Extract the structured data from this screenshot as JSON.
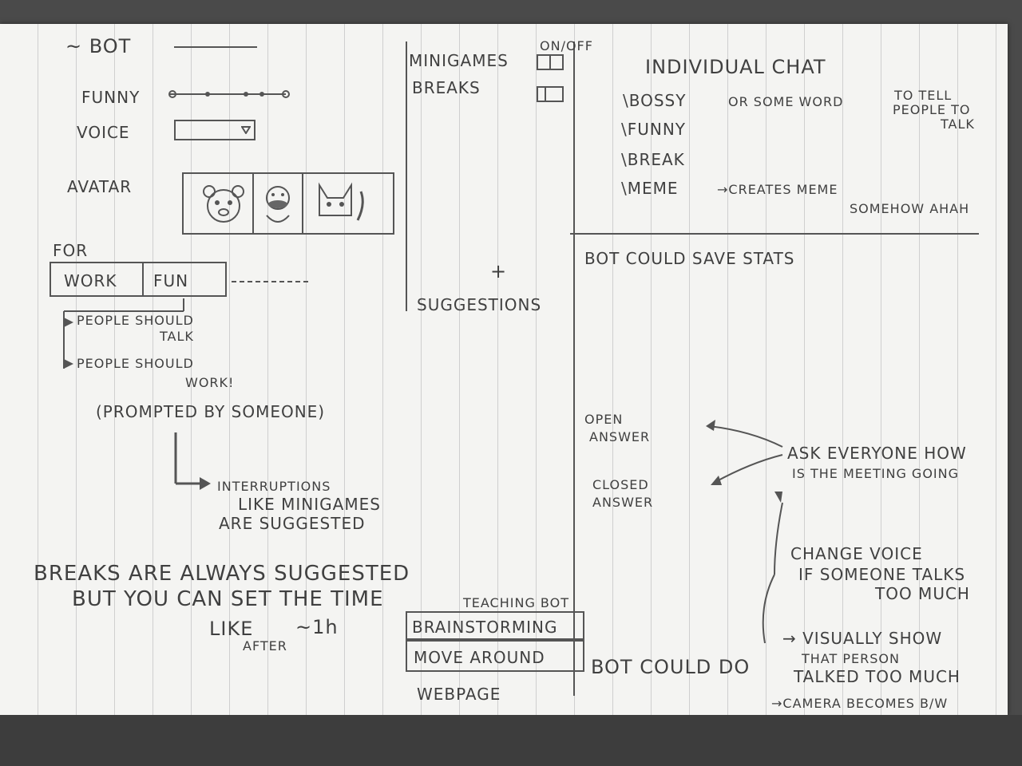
{
  "left": {
    "bot_title": "~ BOT",
    "funny_label": "FUNNY",
    "voice_label": "VOICE",
    "avatar_label": "AVATAR",
    "for_label": "FOR",
    "work_tab": "WORK",
    "fun_tab": "FUN",
    "people_should_talk": "PEOPLE SHOULD",
    "people_should_talk_2": "TALK",
    "people_should_work": "PEOPLE SHOULD",
    "people_should_work_2": "WORK!",
    "prompted": "(PROMPTED BY SOMEONE)",
    "interruptions_1": "INTERRUPTIONS",
    "interruptions_2": "LIKE MINIGAMES",
    "interruptions_3": "ARE SUGGESTED",
    "breaks_line1": "BREAKS ARE ALWAYS SUGGESTED",
    "breaks_line2": "BUT YOU CAN SET THE TIME",
    "like_label": "LIKE",
    "time_value": "~1h",
    "after_label": "AFTER"
  },
  "middle": {
    "onoff_label": "ON/OFF",
    "minigames_label": "MINIGAMES",
    "breaks_label": "BREAKS",
    "plus": "+",
    "suggestions_label": "SUGGESTIONS",
    "teaching_bot": "TEACHING BOT",
    "brainstorming": "BRAINSTORMING",
    "move_around": "MOVE AROUND",
    "webpage": "WEBPAGE"
  },
  "right": {
    "individual_chat": "INDIVIDUAL CHAT",
    "cmd_bossy": "\\BOSSY",
    "or_some_word": "OR SOME WORD",
    "to_tell_1": "TO TELL",
    "to_tell_2": "PEOPLE TO",
    "to_tell_3": "TALK",
    "cmd_funny": "\\FUNNY",
    "cmd_break": "\\BREAK",
    "cmd_meme": "\\MEME",
    "creates_meme": "→CREATES MEME",
    "somehow": "SOMEHOW AHAH",
    "save_stats": "BOT COULD SAVE STATS",
    "open_answer_1": "OPEN",
    "open_answer_2": "ANSWER",
    "closed_answer_1": "CLOSED",
    "closed_answer_2": "ANSWER",
    "ask_1": "ASK EVERYONE HOW",
    "ask_2": "IS THE MEETING GOING",
    "change_voice_1": "CHANGE VOICE",
    "change_voice_2": "IF SOMEONE TALKS",
    "change_voice_3": "TOO MUCH",
    "bot_could_do": "BOT COULD DO",
    "visually_1": "→ VISUALLY SHOW",
    "visually_2": "THAT PERSON",
    "visually_3": "TALKED TOO MUCH",
    "camera": "→CAMERA BECOMES B/W"
  }
}
